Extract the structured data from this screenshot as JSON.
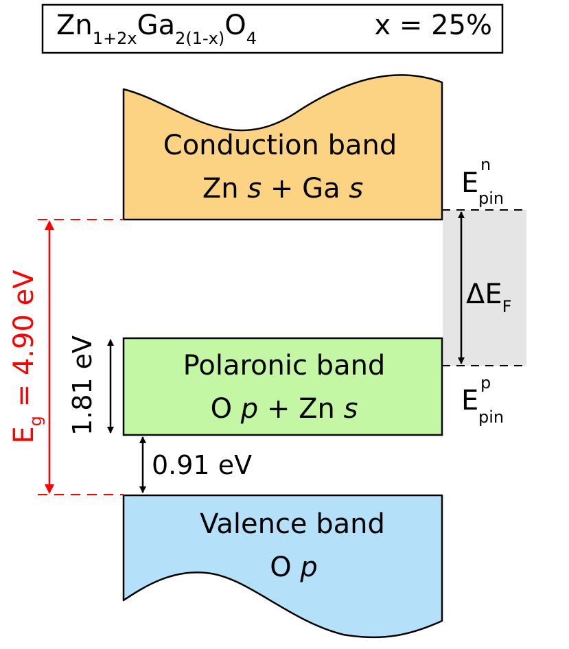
{
  "colors": {
    "conduction_band": "#fcd383",
    "polaronic_band": "#c4f7a4",
    "valence_band": "#b4e1f9",
    "fermi_window": "#e5e5e5",
    "gap_annotation": "#ff0000",
    "outline": "#000000"
  },
  "title_box": {
    "formula": {
      "base1": "Zn",
      "sub1": "1+2x",
      "base2": "Ga",
      "sub2": "2(1-x)",
      "base3": "O",
      "sub3": "4"
    },
    "composition": "x = 25%"
  },
  "conduction_band": {
    "name": "Conduction band",
    "orbital": {
      "part1": "Zn ",
      "italic1": "s",
      "part2": " + Ga ",
      "italic2": "s"
    }
  },
  "polaronic_band": {
    "name": "Polaronic band",
    "orbital": {
      "part1": "O ",
      "italic1": "p",
      "part2": " + Zn ",
      "italic2": "s"
    }
  },
  "valence_band": {
    "name": "Valence band",
    "orbital": {
      "part1": "O ",
      "italic1": "p"
    }
  },
  "band_gap": {
    "symbol": "E",
    "subscript": "g",
    "value_text": " = 4.90 eV"
  },
  "polaronic_width": "1.81 eV",
  "polaronic_offset": "0.91 eV",
  "pinning": {
    "n_level": {
      "base": "E",
      "sup": "n",
      "sub": "pin"
    },
    "p_level": {
      "base": "E",
      "sup": "p",
      "sub": "pin"
    },
    "delta": {
      "base": "ΔE",
      "sub": "F"
    }
  }
}
